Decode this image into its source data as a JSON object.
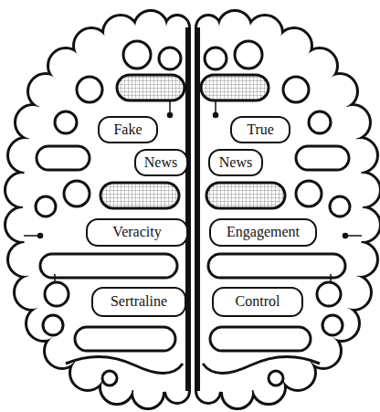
{
  "diagram": {
    "nodes": [
      {
        "text": [
          "Fake"
        ]
      },
      {
        "text": [
          "True"
        ]
      },
      {
        "text": [
          "News"
        ]
      },
      {
        "text": [
          "News"
        ]
      },
      {
        "text": [
          "Veracity"
        ]
      },
      {
        "text": [
          "Engagement"
        ]
      },
      {
        "text": [
          "Sertraline"
        ]
      },
      {
        "text": [
          "Control"
        ]
      }
    ]
  }
}
